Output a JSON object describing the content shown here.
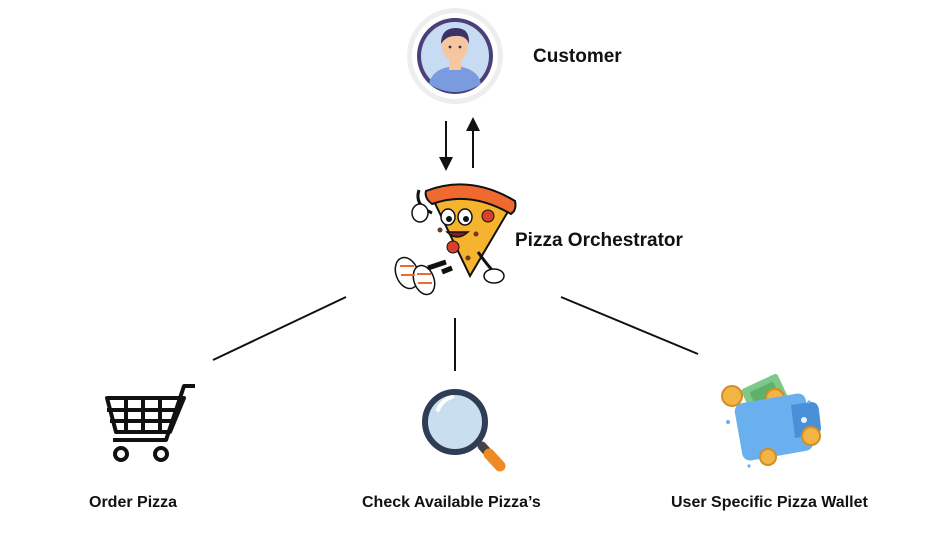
{
  "nodes": {
    "customer": {
      "label": "Customer",
      "icon": "user-avatar-icon"
    },
    "orchestrator": {
      "label": "Pizza Orchestrator",
      "icon": "pizza-mascot-icon"
    },
    "order": {
      "label": "Order Pizza",
      "icon": "shopping-cart-icon"
    },
    "check": {
      "label": "Check Available Pizza’s",
      "icon": "magnifier-icon"
    },
    "wallet": {
      "label": "User Specific Pizza Wallet",
      "icon": "wallet-icon"
    }
  },
  "colors": {
    "line": "#111111",
    "avatar_ring": "#4a3f78",
    "avatar_bg": "#c7dcf3",
    "pizza_crust": "#ef6a2f",
    "pizza_cheese": "#f5b32e",
    "magnifier_handle": "#f08a24",
    "wallet_blue": "#6ab0ef",
    "coin_gold": "#f2b445",
    "cash_green": "#7ec98a"
  }
}
